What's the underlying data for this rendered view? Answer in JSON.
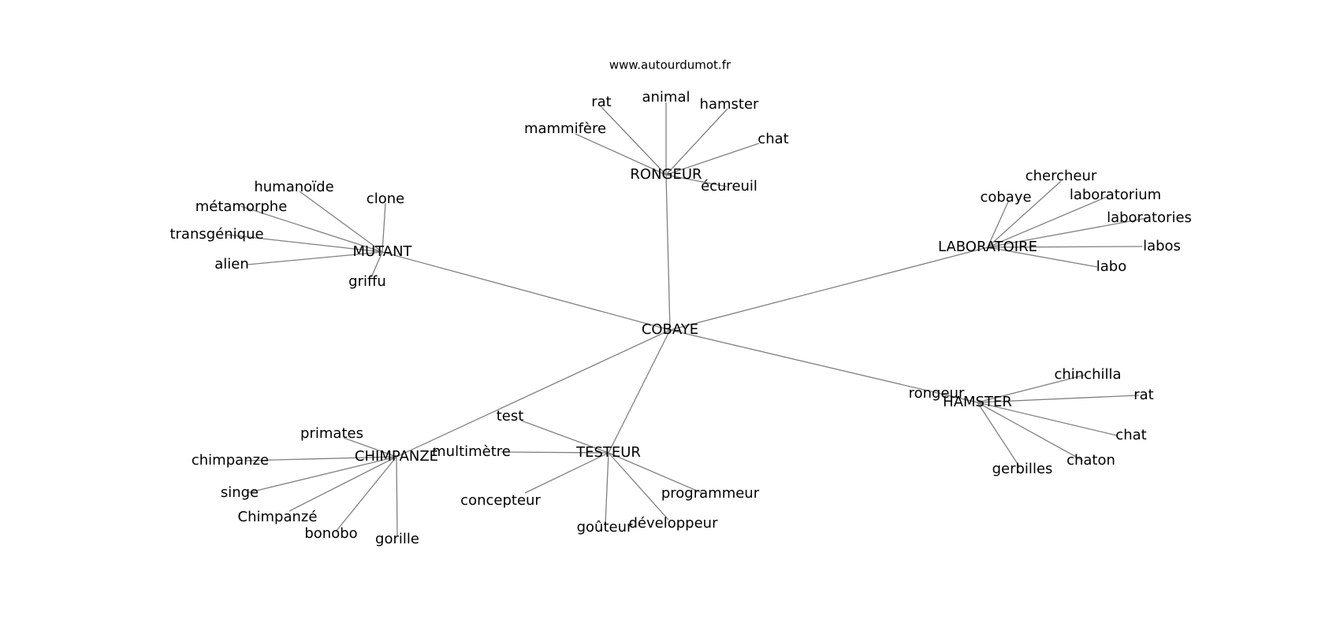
{
  "site": "www.autourdumot.fr",
  "center": "COBAYE",
  "hubs": [
    {
      "id": "rongeur",
      "label": "RONGEUR",
      "leaves": [
        "animal",
        "rat",
        "mammifère",
        "hamster",
        "chat",
        "écureuil"
      ]
    },
    {
      "id": "mutant",
      "label": "MUTANT",
      "leaves": [
        "humanoïde",
        "clone",
        "métamorphe",
        "transgénique",
        "alien",
        "griffu"
      ]
    },
    {
      "id": "laboratoire",
      "label": "LABORATOIRE",
      "leaves": [
        "chercheur",
        "cobaye",
        "laboratorium",
        "laboratories",
        "labos",
        "labo"
      ]
    },
    {
      "id": "hamster",
      "label": "HAMSTER",
      "leaves": [
        "chinchilla",
        "rongeur",
        "rat",
        "chat",
        "chaton",
        "gerbilles"
      ]
    },
    {
      "id": "testeur",
      "label": "TESTEUR",
      "leaves": [
        "test",
        "multimètre",
        "concepteur",
        "goûteur",
        "développeur",
        "programmeur"
      ]
    },
    {
      "id": "chimpanze",
      "label": "CHIMPANZÉ",
      "leaves": [
        "primates",
        "chimpanze",
        "singe",
        "Chimpanzé",
        "bonobo",
        "gorille"
      ]
    }
  ]
}
